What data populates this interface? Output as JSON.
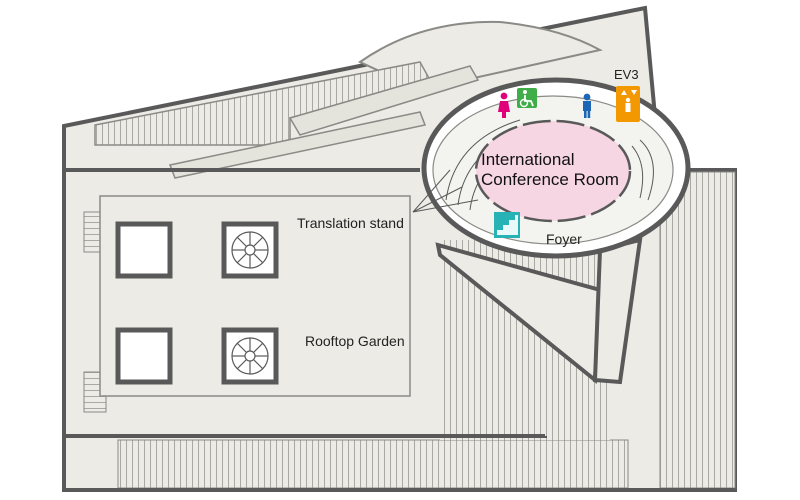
{
  "map": {
    "rooms": {
      "conference_line1": "International",
      "conference_line2": "Conference Room",
      "foyer": "Foyer",
      "rooftop_garden": "Rooftop Garden",
      "translation_stand": "Translation stand",
      "elevator": "EV3"
    },
    "icons": {
      "womens_restroom": "womens-restroom-icon",
      "accessible_restroom": "accessible-restroom-icon",
      "mens_restroom": "mens-restroom-icon",
      "elevator": "elevator-icon",
      "stairs": "stairs-icon"
    },
    "colors": {
      "floor": "#ecebe5",
      "wall": "#595959",
      "conference_room": "#f7d6e4",
      "womens_restroom": "#e0007a",
      "accessible_restroom": "#3fae49",
      "mens_restroom": "#1d66b5",
      "elevator": "#f39800",
      "stairs": "#27b3b5"
    }
  }
}
